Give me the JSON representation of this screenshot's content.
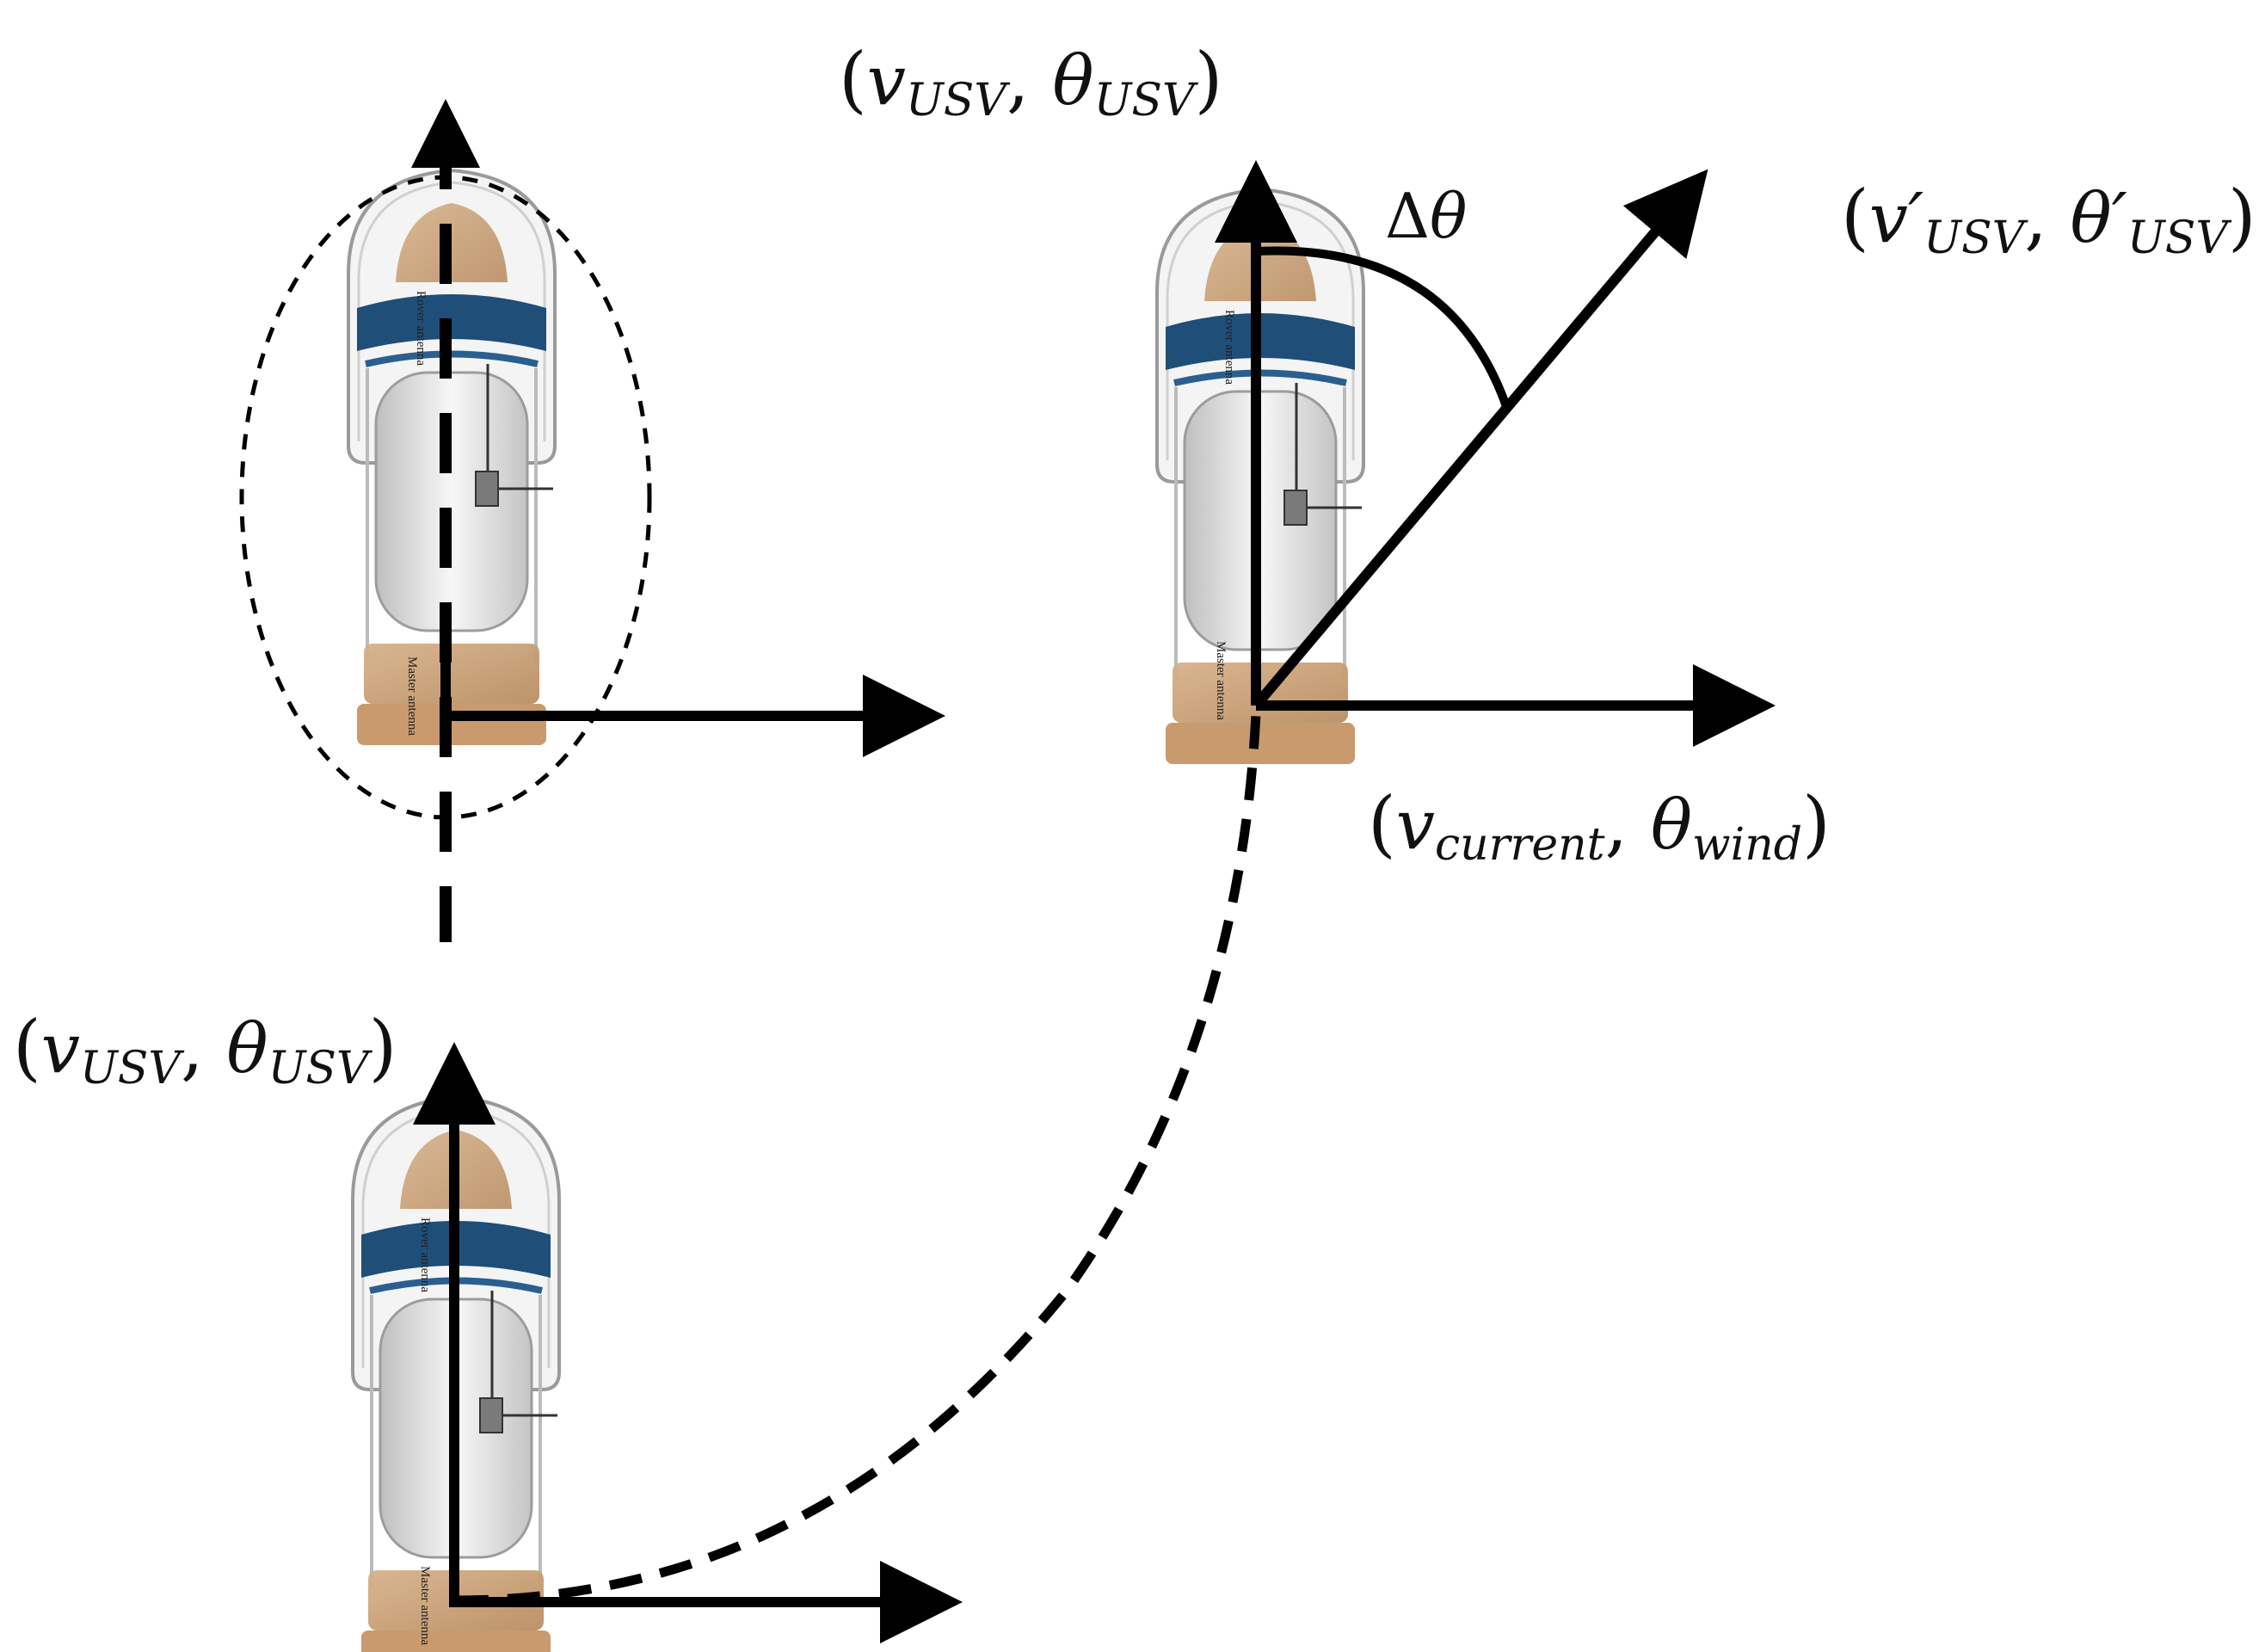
{
  "labels": {
    "top_left": {
      "v": "v",
      "v_sub": "USV",
      "theta": "θ",
      "theta_sub": "USV"
    },
    "right": {
      "v": "v′",
      "v_sub": "USV",
      "theta": "θ′",
      "theta_sub": "USV"
    },
    "bottom_left": {
      "v": "v",
      "v_sub": "USV",
      "theta": "θ",
      "theta_sub": "USV"
    },
    "disturbance": {
      "v": "v",
      "v_sub": "current",
      "theta": "θ",
      "theta_sub": "wind"
    },
    "delta": {
      "delta": "Δ",
      "theta": "θ"
    }
  },
  "boat": {
    "rover_antenna": "Rover antenna",
    "master_antenna": "Master antenna"
  },
  "colors": {
    "ink": "#000000",
    "hull": "#f2f2f2",
    "deck_wood": "#c9a27a",
    "windshield": "#1f4e79",
    "cabin": "#d9d9d9"
  }
}
